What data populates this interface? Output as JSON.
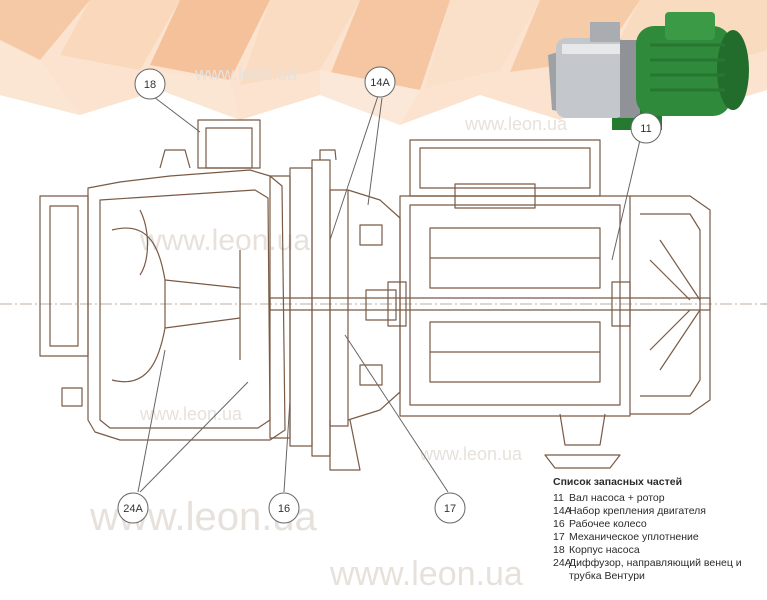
{
  "colors": {
    "line": "#7a5a45",
    "callout": "#666666",
    "pump_green": "#2f8a3b",
    "pump_steel": "#b9bcc0",
    "bg_warm": "#f6c9a6"
  },
  "watermark": "www.leon.ua",
  "callouts": {
    "c18": "18",
    "c14a": "14A",
    "c11": "11",
    "c24a": "24A",
    "c16": "16",
    "c17": "17"
  },
  "legend": {
    "title": "Список запасных частей",
    "items": [
      {
        "code": "11",
        "text": "Вал насоса + ротор"
      },
      {
        "code": "14A",
        "text": "Набор крепления двигателя"
      },
      {
        "code": "16",
        "text": "Рабочее колесо"
      },
      {
        "code": "17",
        "text": "Механическое уплотнение"
      },
      {
        "code": "18",
        "text": "Корпус насоса"
      },
      {
        "code": "24A",
        "text": "Диффузор, направляющий венец и трубка Вентури"
      }
    ]
  }
}
